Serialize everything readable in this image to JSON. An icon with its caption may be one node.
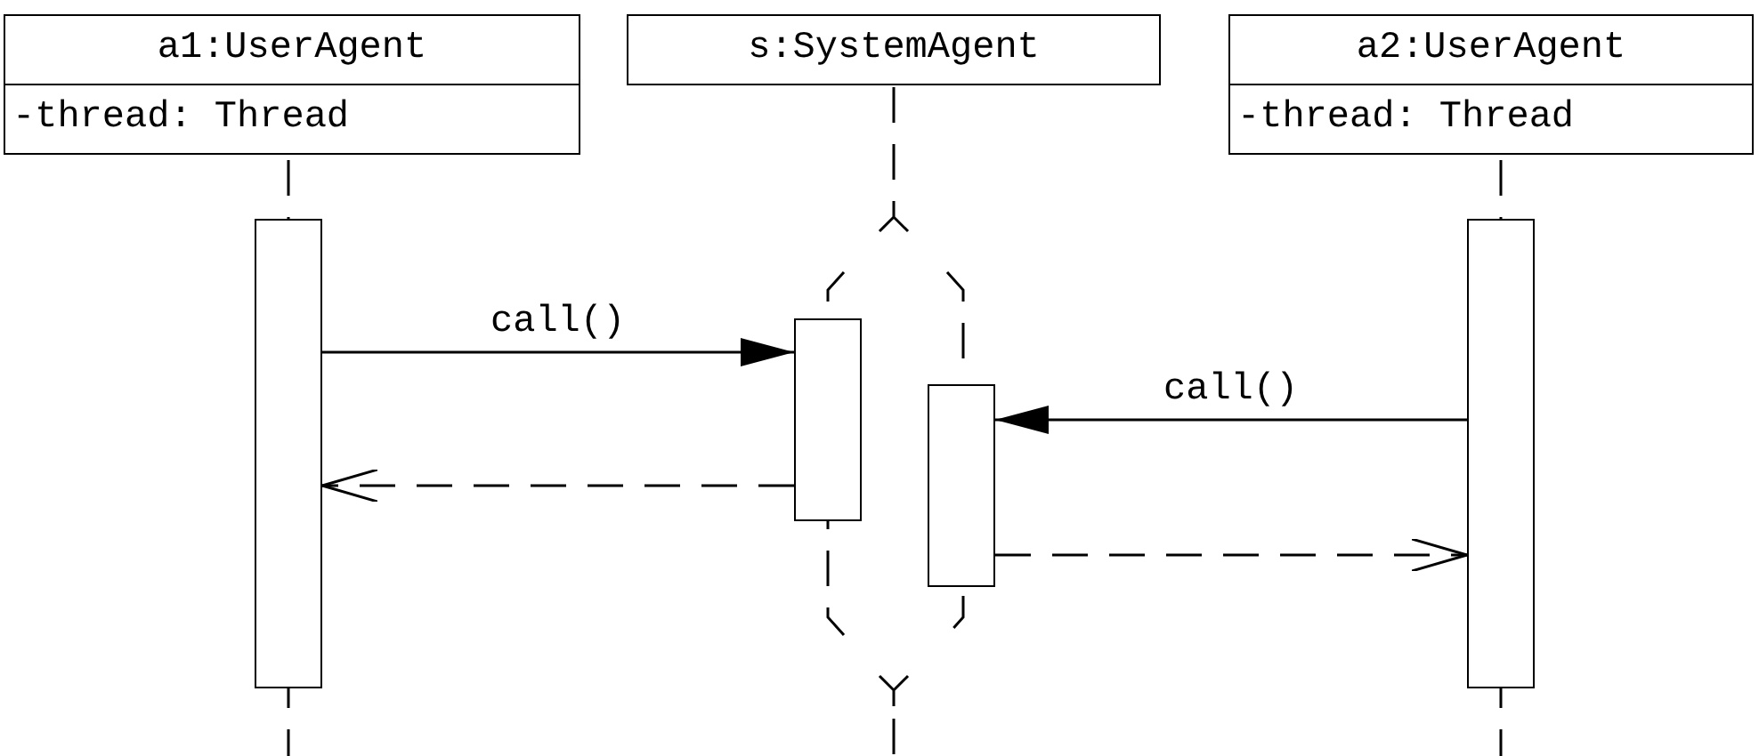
{
  "diagram": {
    "nodes": [
      {
        "text": [
          "a1:UserAgent",
          "-thread: Thread"
        ]
      },
      {
        "text": [
          "s:SystemAgent"
        ]
      },
      {
        "text": [
          "a2:UserAgent",
          "-thread: Thread"
        ]
      },
      {
        "text": [],
        "shape": "bar"
      },
      {
        "text": [],
        "shape": "bar"
      },
      {
        "text": [],
        "shape": "bar"
      },
      {
        "text": [],
        "shape": "bar"
      }
    ],
    "edges": [
      {
        "from": 3,
        "to": 4,
        "arrow": "to",
        "label": "call()"
      },
      {
        "from": 4,
        "to": 3,
        "arrow": "to",
        "style": "dashed"
      },
      {
        "from": 6,
        "to": 5,
        "arrow": "to",
        "label": "call()"
      },
      {
        "from": 5,
        "to": 6,
        "arrow": "to",
        "style": "dashed"
      }
    ]
  }
}
